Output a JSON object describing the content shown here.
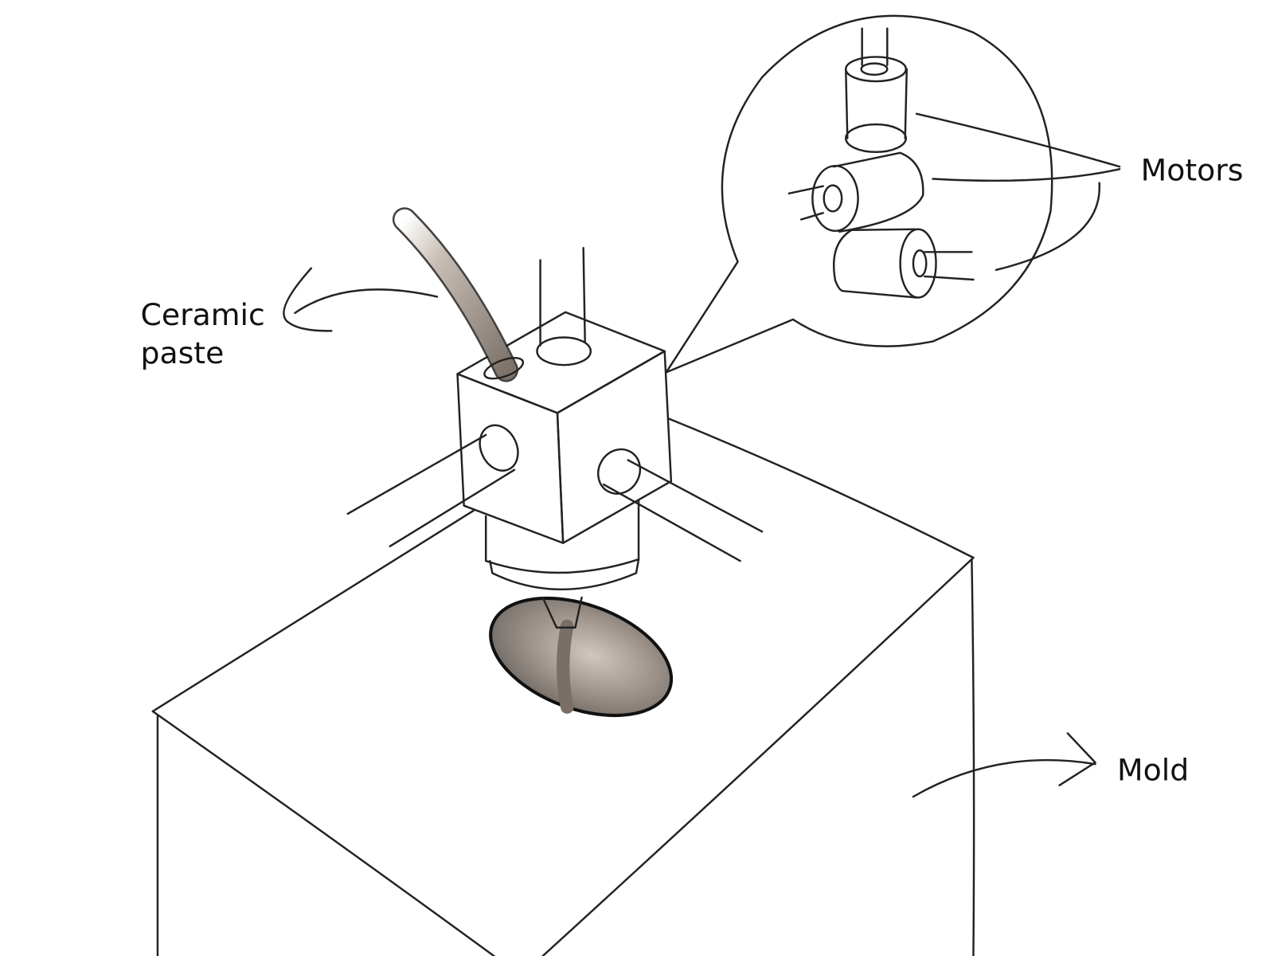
{
  "labels": {
    "ceramic_paste_line1": "Ceramic",
    "ceramic_paste_line2": "paste",
    "motors": "Motors",
    "mold": "Mold"
  },
  "colors": {
    "line": "#222222",
    "paste": "#8a7a6a",
    "hole_dark": "#6e6660",
    "hole_light": "#d8d2cc"
  }
}
